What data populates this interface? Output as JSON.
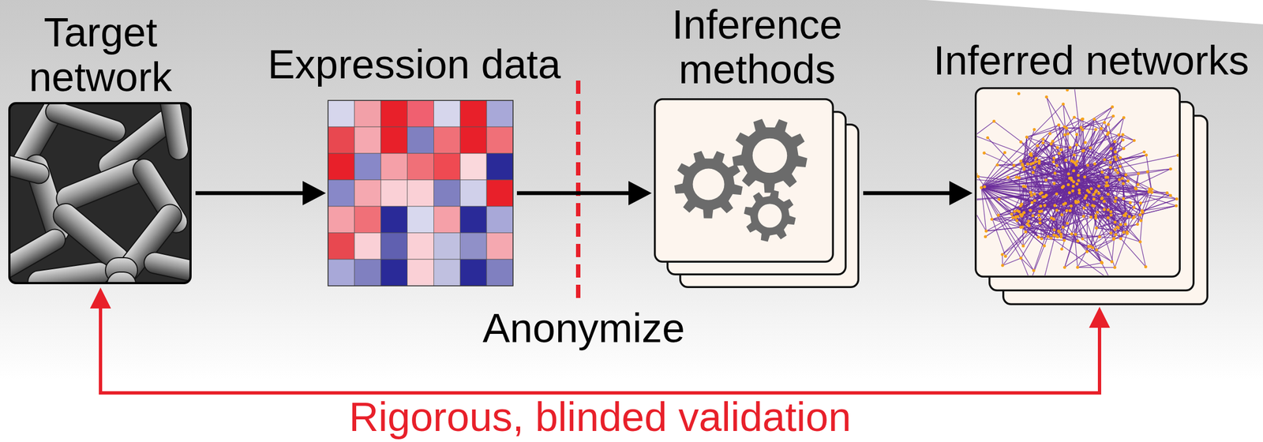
{
  "diagram": {
    "nodes": [
      {
        "text": [
          "Target network"
        ]
      },
      {
        "text": [
          "Expression data"
        ]
      },
      {
        "text": [
          "Inference methods"
        ]
      },
      {
        "text": [
          "Inferred networks"
        ]
      }
    ],
    "edges": [
      {
        "from": 0,
        "to": 1,
        "arrow": "to"
      },
      {
        "from": 1,
        "to": 2,
        "arrow": "to"
      },
      {
        "from": 2,
        "to": 3,
        "arrow": "to"
      },
      {
        "from": 0,
        "to": 3,
        "label": "Rigorous, blinded validation",
        "arrow": "both"
      }
    ],
    "labels": [
      "Anonymize"
    ]
  }
}
